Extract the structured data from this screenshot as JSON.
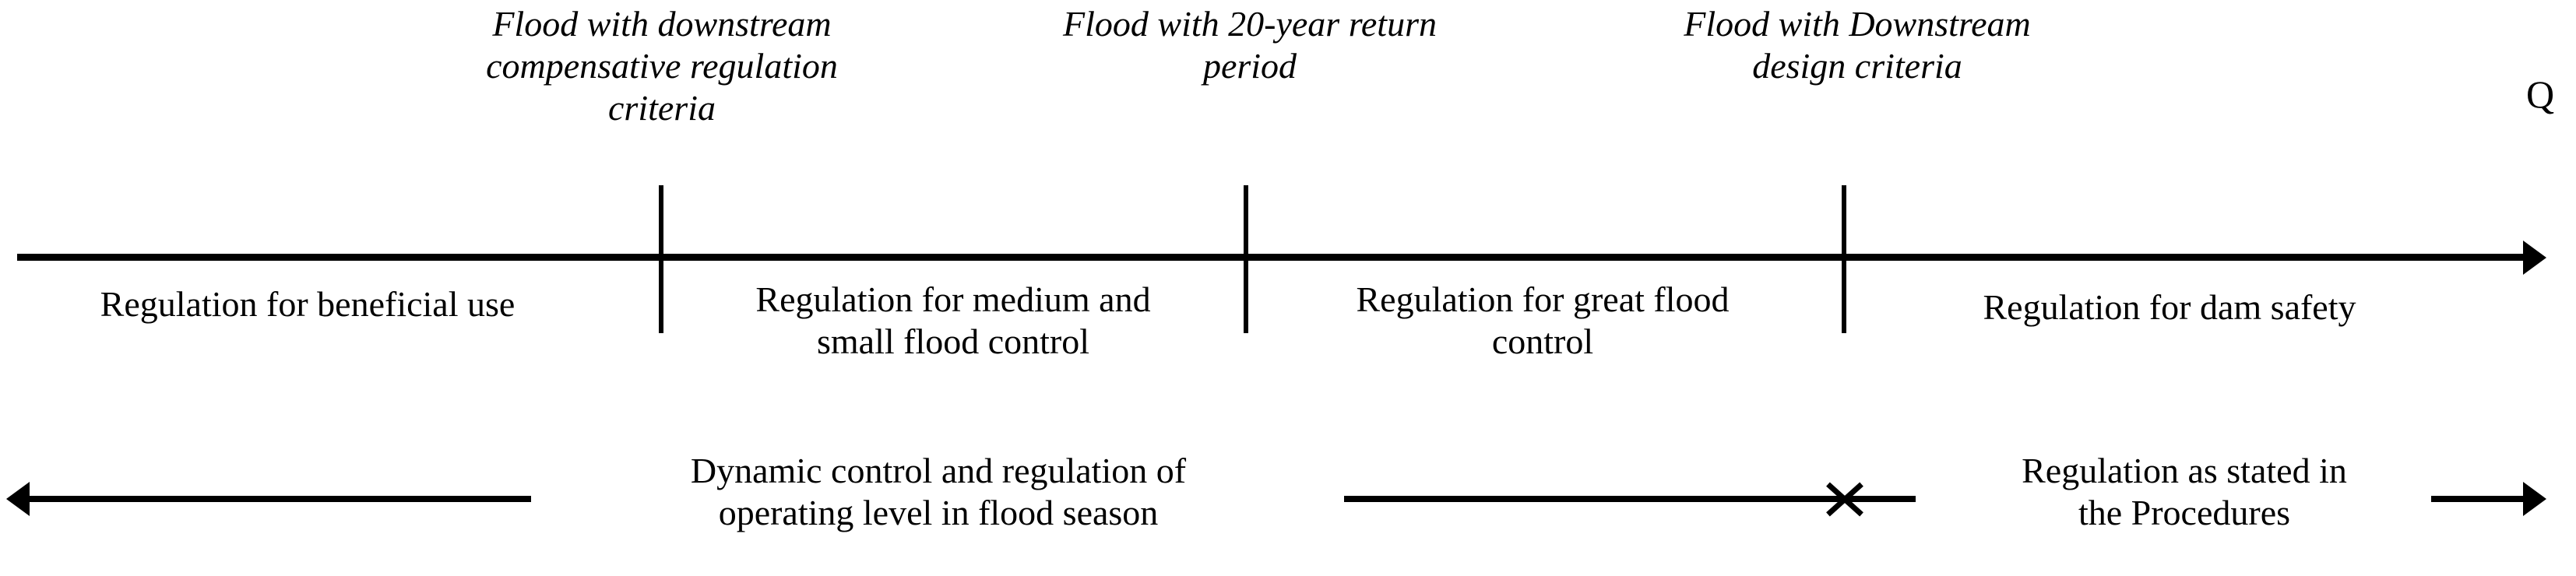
{
  "axis": {
    "variable_label": "Q",
    "thresholds": [
      {
        "label": "Flood with downstream\ncompensative regulation\ncriteria"
      },
      {
        "label": "Flood with 20-year return\nperiod"
      },
      {
        "label": "Flood with Downstream\ndesign criteria"
      }
    ],
    "segments": [
      {
        "label": "Regulation for beneficial use"
      },
      {
        "label": "Regulation for medium and\nsmall flood control"
      },
      {
        "label": "Regulation for great flood\ncontrol"
      },
      {
        "label": "Regulation for dam safety"
      }
    ]
  },
  "band": {
    "labels": [
      {
        "label": "Dynamic control and regulation of\noperating level in flood season"
      },
      {
        "label": "Regulation as stated in\nthe Procedures"
      }
    ]
  },
  "colors": {
    "stroke": "#000000",
    "background": "#ffffff"
  }
}
